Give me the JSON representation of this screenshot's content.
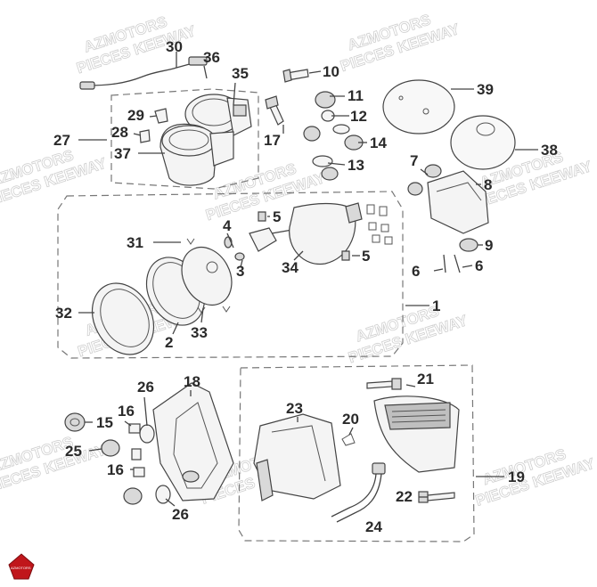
{
  "watermark": {
    "line1": "AZMOTORS",
    "line2": "PIECES KEEWAY"
  },
  "brand": {
    "logo_text": "AZMOTORS",
    "accent_color": "#c0161b"
  },
  "part_numbers": {
    "p1": "1",
    "p2": "2",
    "p3": "3",
    "p4": "4",
    "p5a": "5",
    "p5b": "5",
    "p6a": "6",
    "p6b": "6",
    "p7": "7",
    "p8": "8",
    "p9": "9",
    "p10": "10",
    "p11": "11",
    "p12": "12",
    "p13": "13",
    "p14": "14",
    "p15": "15",
    "p16a": "16",
    "p16b": "16",
    "p17": "17",
    "p18": "18",
    "p19": "19",
    "p20": "20",
    "p21": "21",
    "p22": "22",
    "p23": "23",
    "p24": "24",
    "p25": "25",
    "p26a": "26",
    "p26b": "26",
    "p27": "27",
    "p28": "28",
    "p29": "29",
    "p30": "30",
    "p31": "31",
    "p32": "32",
    "p33": "33",
    "p34": "34",
    "p35": "35",
    "p36": "36",
    "p37": "37",
    "p38": "38",
    "p39": "39"
  }
}
